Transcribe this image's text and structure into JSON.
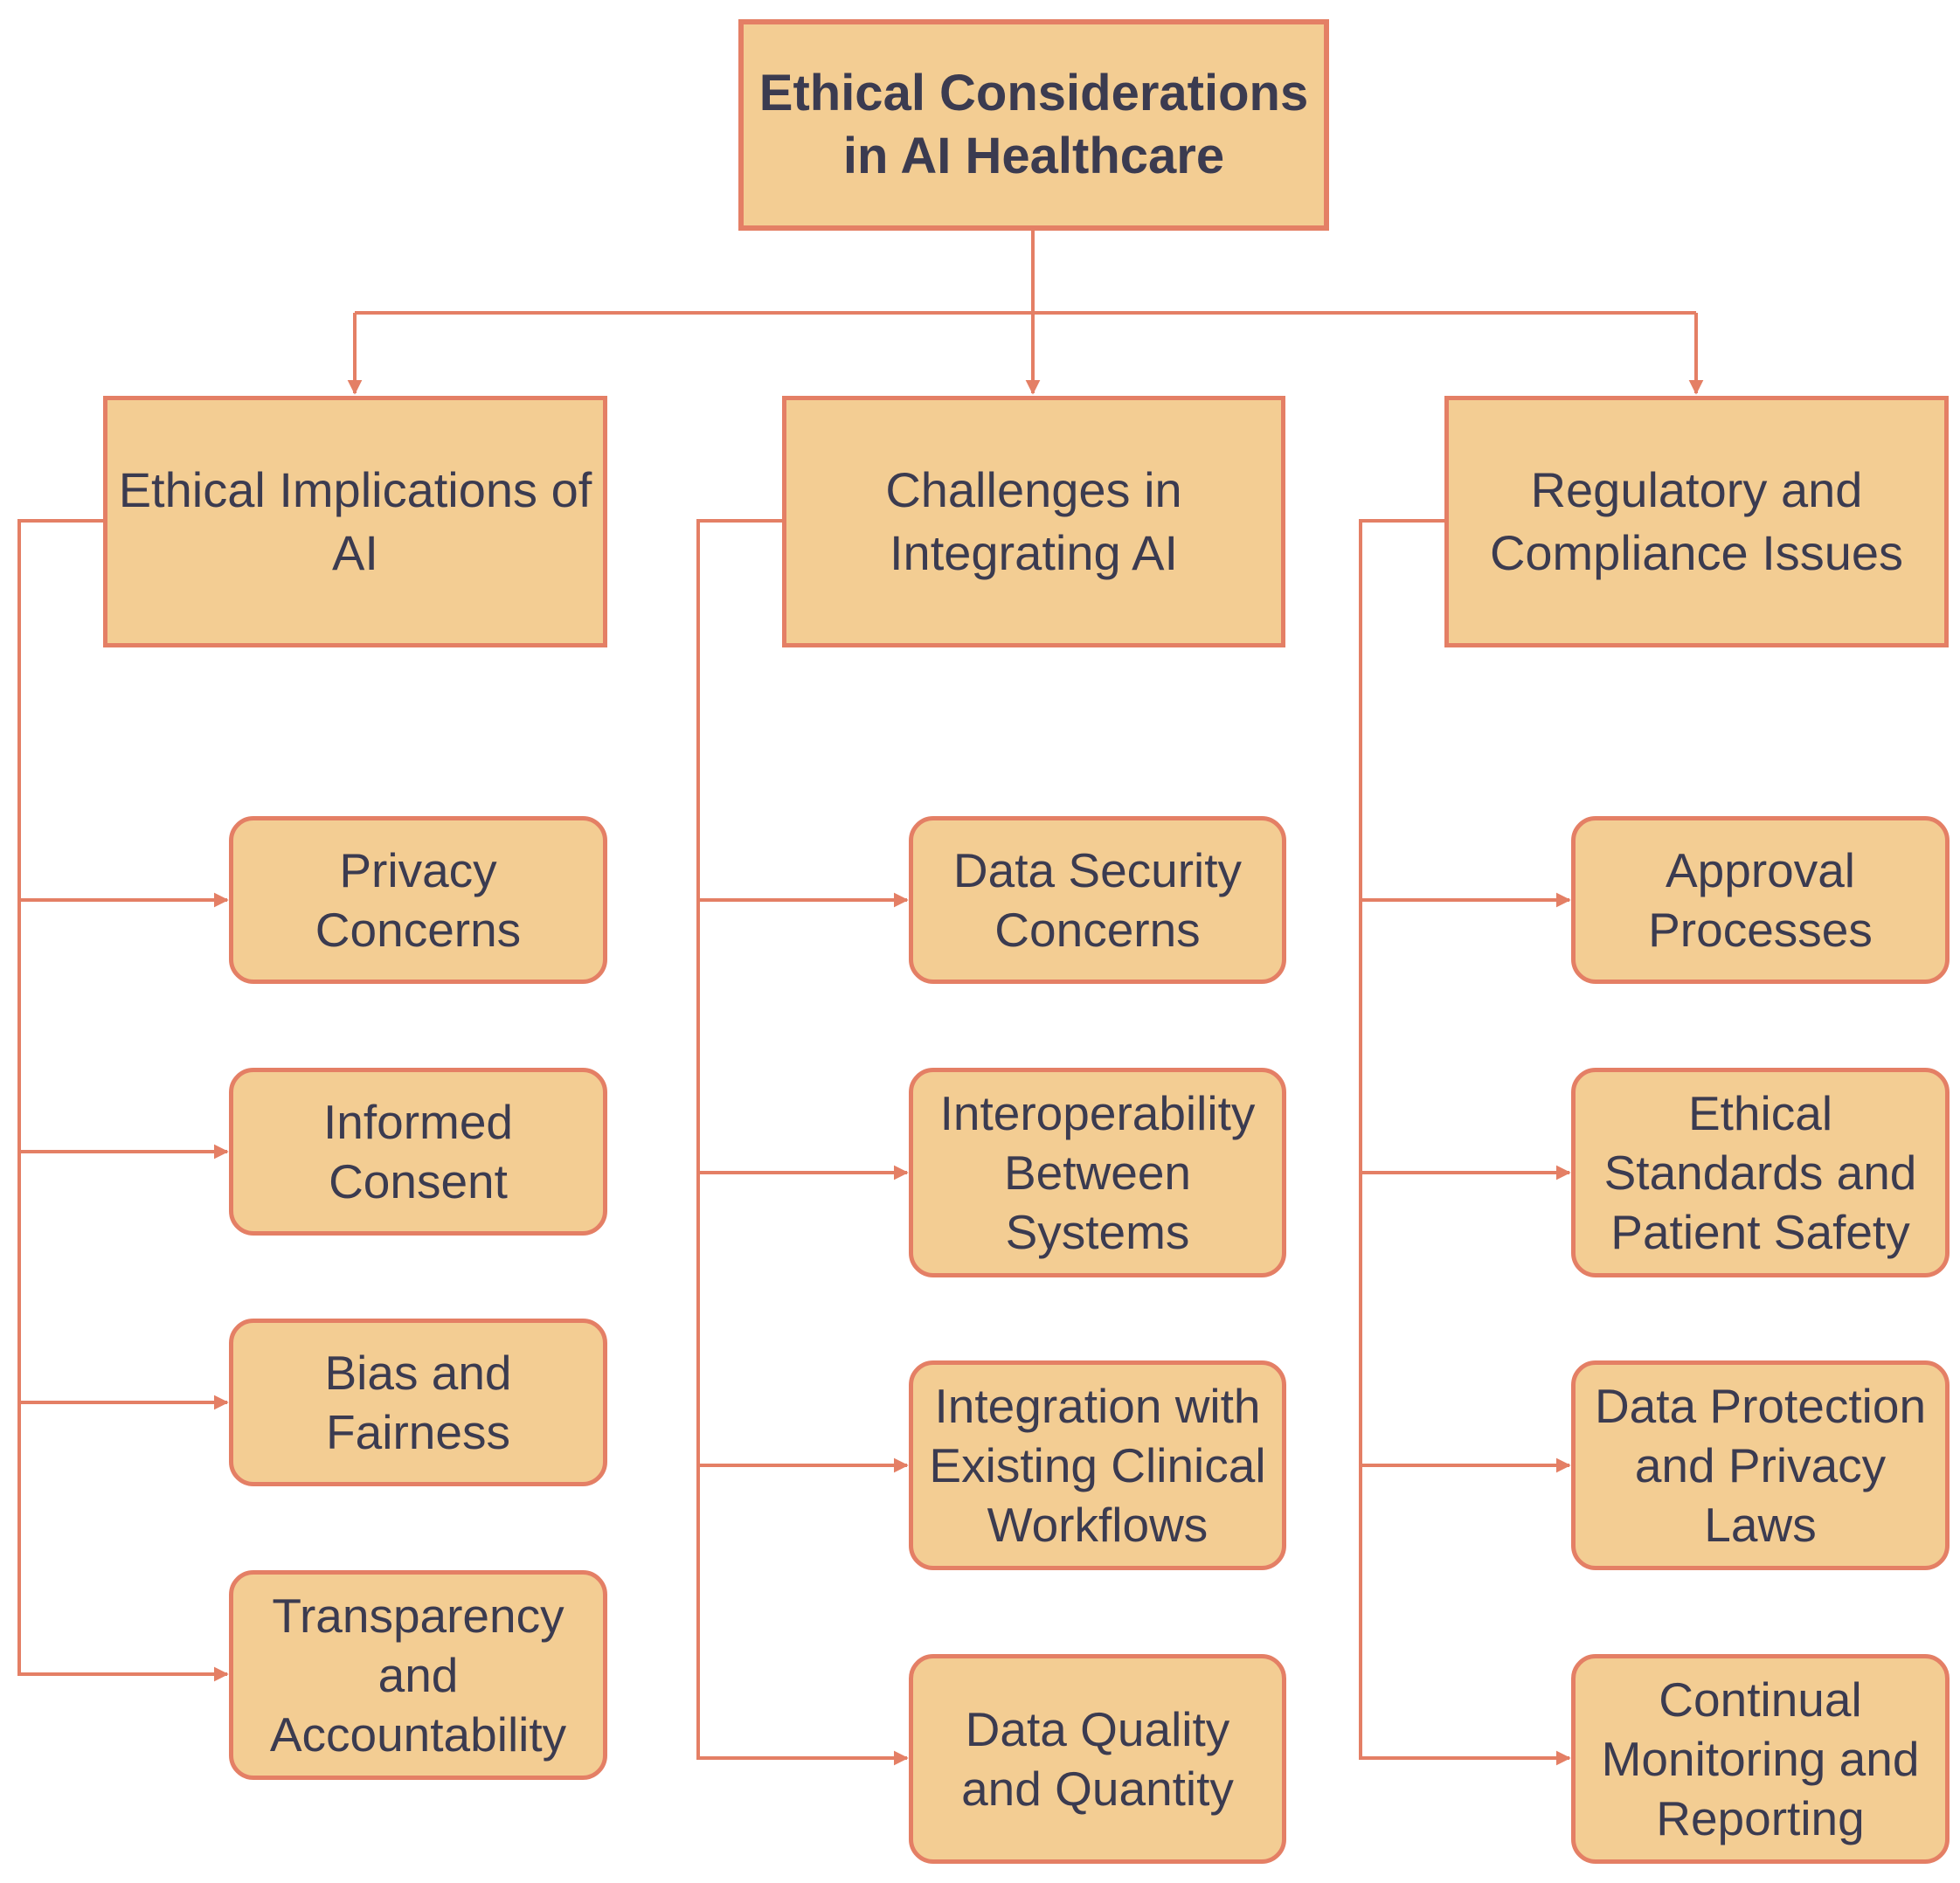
{
  "diagram": {
    "root": {
      "label": "Ethical Considerations in AI Healthcare"
    },
    "branches": [
      {
        "label": "Ethical Implications of AI",
        "items": [
          "Privacy Concerns",
          "Informed Consent",
          "Bias and Fairness",
          "Transparency and Accountability"
        ]
      },
      {
        "label": "Challenges in Integrating AI",
        "items": [
          "Data Security Concerns",
          "Interoperability Between Systems",
          "Integration with Existing Clinical Workflows",
          "Data Quality and Quantity"
        ]
      },
      {
        "label": "Regulatory and Compliance Issues",
        "items": [
          "Approval Processes",
          "Ethical Standards and Patient Safety",
          "Data Protection and Privacy Laws",
          "Continual Monitoring and Reporting"
        ]
      }
    ],
    "colors": {
      "fill": "#f3cd93",
      "stroke": "#e47f65",
      "text": "#3b3b50"
    }
  }
}
